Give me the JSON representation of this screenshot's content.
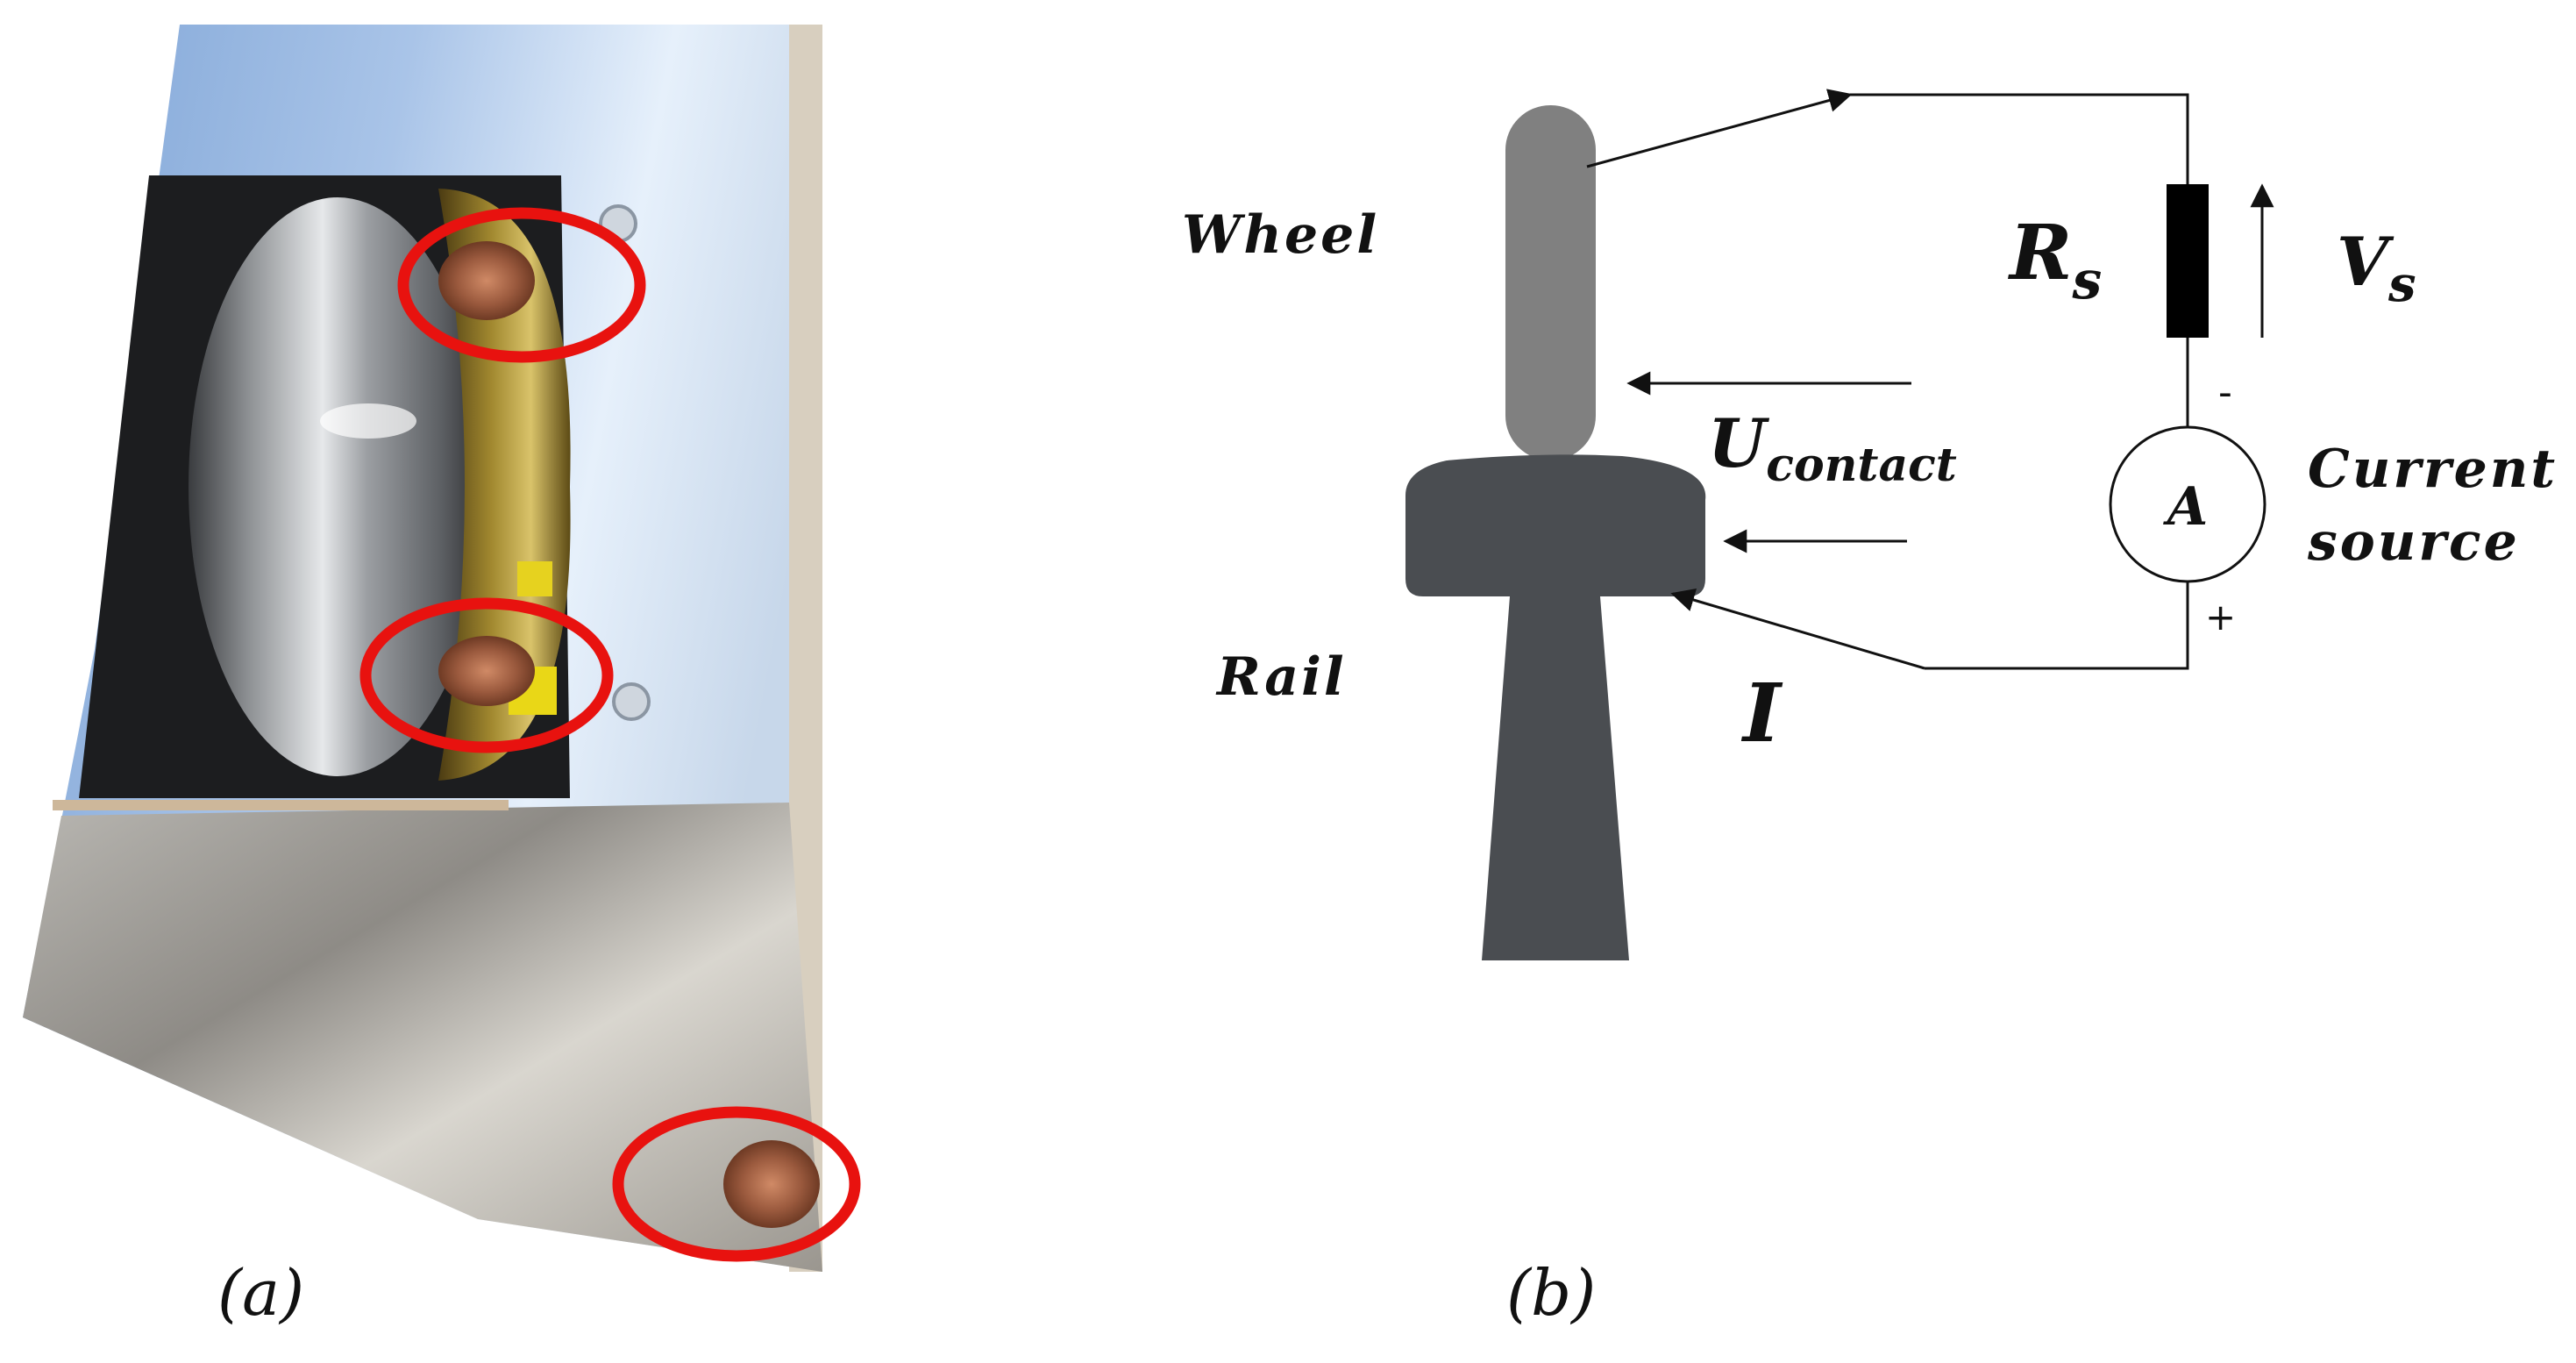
{
  "panel_a": {
    "caption": "(a)",
    "highlight_color": "#e8120f"
  },
  "panel_b": {
    "caption": "(b)",
    "labels": {
      "wheel": "Wheel",
      "rail": "Rail",
      "rs_main": "R",
      "rs_sub": "s",
      "vs_main": "V",
      "vs_sub": "s",
      "u_main": "U",
      "u_sub": "contact",
      "current": "I",
      "source_line1": "Current",
      "source_line2": "source",
      "ammeter": "A",
      "minus": "-",
      "plus": "+"
    },
    "colors": {
      "wheel": "#808080",
      "rail": "#4a4d51",
      "resistor": "#000000",
      "wire": "#111111"
    }
  }
}
